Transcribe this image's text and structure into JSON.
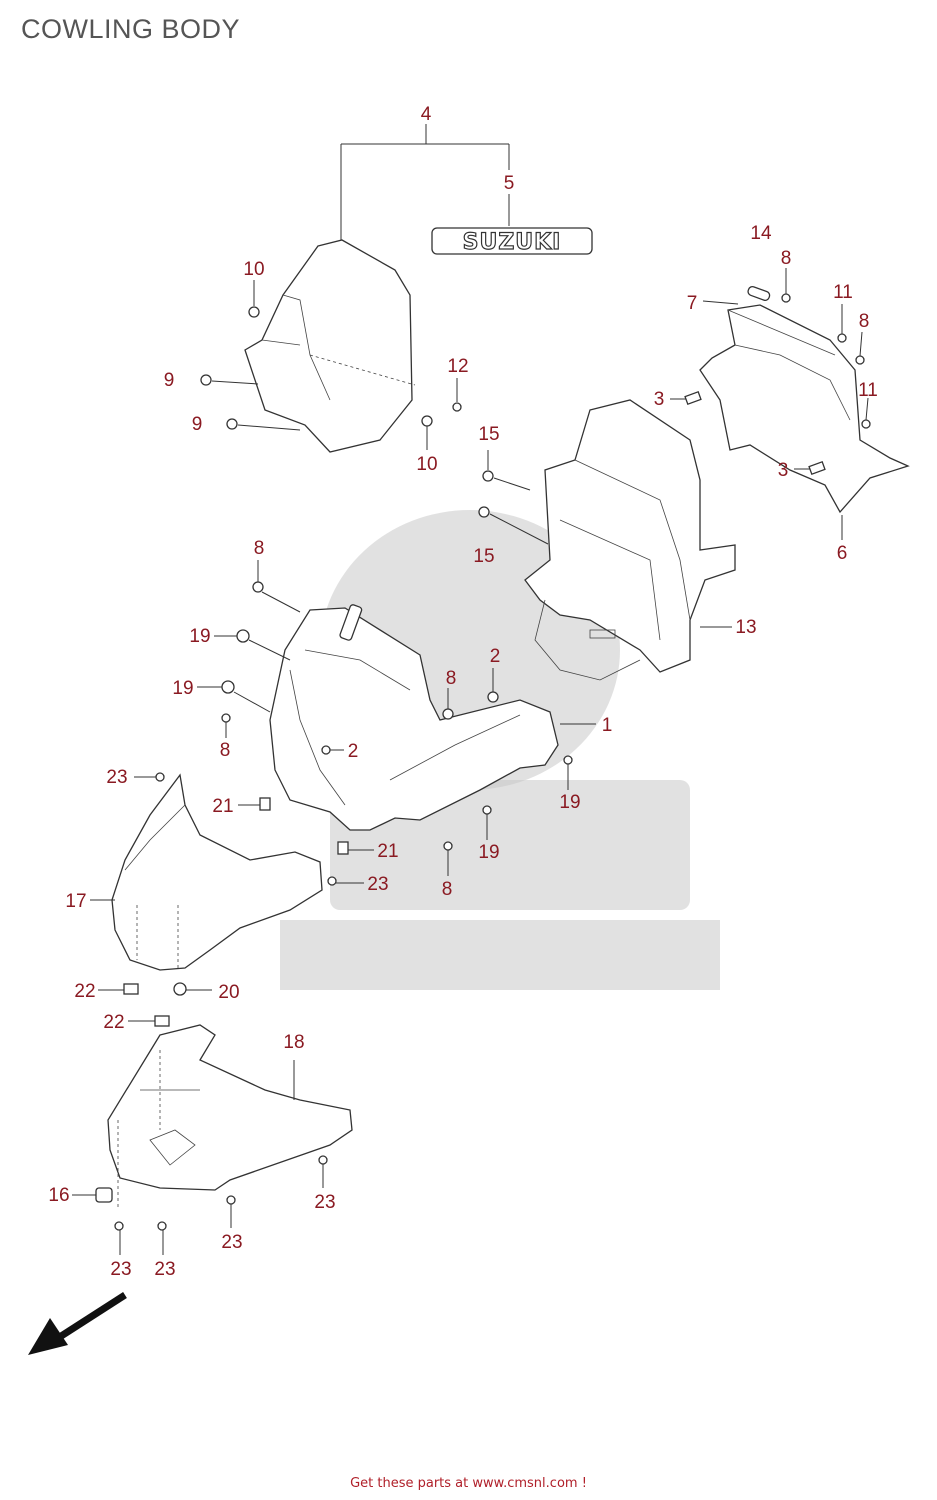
{
  "title": "COWLING BODY",
  "emblem_text": "SUZUKI",
  "footer": {
    "prefix": "Get these parts at ",
    "link": "www.cmsnl.com",
    "suffix": " !"
  },
  "callouts": [
    {
      "id": "c4",
      "label": "4"
    },
    {
      "id": "c5",
      "label": "5"
    },
    {
      "id": "c10a",
      "label": "10"
    },
    {
      "id": "c9a",
      "label": "9"
    },
    {
      "id": "c9b",
      "label": "9"
    },
    {
      "id": "c12",
      "label": "12"
    },
    {
      "id": "c10b",
      "label": "10"
    },
    {
      "id": "c14",
      "label": "14"
    },
    {
      "id": "c8a",
      "label": "8"
    },
    {
      "id": "c7",
      "label": "7"
    },
    {
      "id": "c11a",
      "label": "11"
    },
    {
      "id": "c8b",
      "label": "8"
    },
    {
      "id": "c11b",
      "label": "11"
    },
    {
      "id": "c3a",
      "label": "3"
    },
    {
      "id": "c3b",
      "label": "3"
    },
    {
      "id": "c6",
      "label": "6"
    },
    {
      "id": "c15a",
      "label": "15"
    },
    {
      "id": "c15b",
      "label": "15"
    },
    {
      "id": "c13",
      "label": "13"
    },
    {
      "id": "c8c",
      "label": "8"
    },
    {
      "id": "c19a",
      "label": "19"
    },
    {
      "id": "c19b",
      "label": "19"
    },
    {
      "id": "c8d",
      "label": "8"
    },
    {
      "id": "c2a",
      "label": "2"
    },
    {
      "id": "c8e",
      "label": "8"
    },
    {
      "id": "c1",
      "label": "1"
    },
    {
      "id": "c2b",
      "label": "2"
    },
    {
      "id": "c23a",
      "label": "23"
    },
    {
      "id": "c21a",
      "label": "21"
    },
    {
      "id": "c19c",
      "label": "19"
    },
    {
      "id": "c21b",
      "label": "21"
    },
    {
      "id": "c19d",
      "label": "19"
    },
    {
      "id": "c23b",
      "label": "23"
    },
    {
      "id": "c8f",
      "label": "8"
    },
    {
      "id": "c17",
      "label": "17"
    },
    {
      "id": "c22a",
      "label": "22"
    },
    {
      "id": "c20",
      "label": "20"
    },
    {
      "id": "c22b",
      "label": "22"
    },
    {
      "id": "c18",
      "label": "18"
    },
    {
      "id": "c16",
      "label": "16"
    },
    {
      "id": "c23c",
      "label": "23"
    },
    {
      "id": "c23d",
      "label": "23"
    },
    {
      "id": "c23e",
      "label": "23"
    },
    {
      "id": "c23f",
      "label": "23"
    }
  ]
}
